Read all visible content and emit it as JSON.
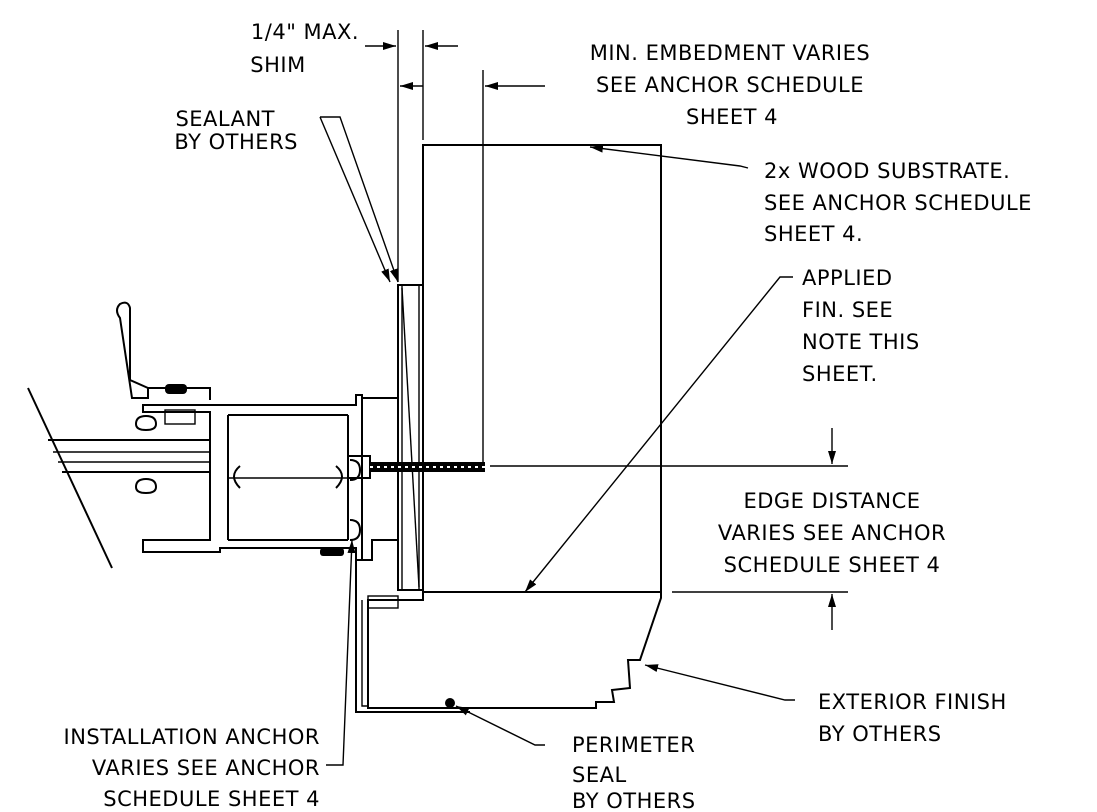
{
  "labels": {
    "shim_line1": "1/4\" MAX.",
    "shim_line2": "SHIM",
    "embed_line1": "MIN. EMBEDMENT VARIES",
    "embed_line2": "SEE ANCHOR SCHEDULE",
    "embed_line3": "SHEET 4",
    "sealant_line1": "SEALANT",
    "sealant_line2": "BY OTHERS",
    "wood_line1": "2x WOOD SUBSTRATE.",
    "wood_line2": "SEE ANCHOR SCHEDULE",
    "wood_line3": "SHEET 4.",
    "fin_line1": "APPLIED",
    "fin_line2": "FIN. SEE",
    "fin_line3": "NOTE THIS",
    "fin_line4": "SHEET.",
    "edge_line1": "EDGE DISTANCE",
    "edge_line2": "VARIES SEE ANCHOR",
    "edge_line3": "SCHEDULE SHEET 4",
    "ext_line1": "EXTERIOR FINISH",
    "ext_line2": "BY OTHERS",
    "install_line1": "INSTALLATION ANCHOR",
    "install_line2": "VARIES SEE ANCHOR",
    "install_line3": "SCHEDULE SHEET 4",
    "perim_line1": "PERIMETER",
    "perim_line2": "SEAL",
    "perim_line3": "BY OTHERS"
  }
}
